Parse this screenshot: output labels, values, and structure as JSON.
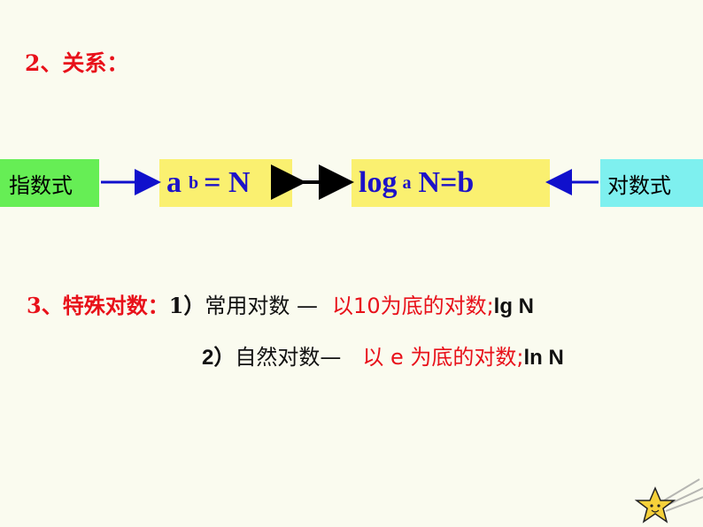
{
  "heading": "2、关系：",
  "boxes": {
    "exp_label": "指数式",
    "exp_base": "a",
    "exp_power": "b",
    "exp_rest": "= N",
    "log_word": "log",
    "log_base": "a",
    "log_rest": "N=b",
    "log_label": "对数式"
  },
  "special": {
    "title": "3、特殊对数：",
    "item1_num": "1）",
    "item1_name": "常用对数 —",
    "item1_desc": "以10为底的对数;",
    "item1_symbol": "lg N",
    "item2_num": "2）",
    "item2_name": "自然对数—",
    "item2_desc": "以 e 为底的对数;",
    "item2_symbol": "ln N"
  },
  "colors": {
    "red": "#e8111a",
    "blue_text": "#1d12c8",
    "yellow_box": "#faf070",
    "green_box": "#66ee55",
    "cyan_box": "#7ef0ef",
    "arrow_blue": "#1010cc"
  }
}
